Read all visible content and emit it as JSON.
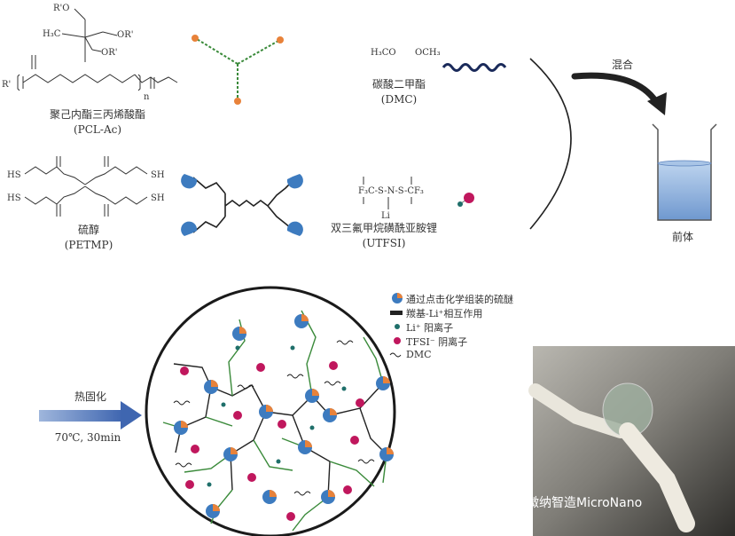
{
  "materials": {
    "pcl": {
      "name": "聚己内酯三丙烯酸酯",
      "abbr": "(PCL-Ac)"
    },
    "petmp": {
      "name": "硫醇",
      "abbr": "(PETMP)"
    },
    "dmc": {
      "name": "碳酸二甲酯",
      "abbr": "(DMC)",
      "formula_left": "H₃CO",
      "formula_right": "OCH₃"
    },
    "utfsi": {
      "name": "双三氟甲烷磺酰亚胺锂",
      "abbr": "(UTFSI)",
      "formula": "F₃C-S-N-S-CF₃",
      "li": "Li"
    }
  },
  "structure_labels": {
    "r_prime": "R'O",
    "or_prime_1": "OR'",
    "or_prime_2": "OR'",
    "h3c": "H₃C",
    "r_left": "R'",
    "sh_1": "SH",
    "sh_2": "SH",
    "hs_1": "HS",
    "hs_2": "HS",
    "n": "n"
  },
  "process": {
    "mix": "混合",
    "precursor": "前体",
    "cure": "热固化",
    "condition": "70℃, 30min"
  },
  "legend": [
    {
      "icon": "thioether-icon",
      "text": "通过点击化学组装的硫醚"
    },
    {
      "icon": "carbonyl-li-icon",
      "text": "羰基-Li⁺相互作用"
    },
    {
      "icon": "li-ion-icon",
      "text": "Li⁺ 阳离子"
    },
    {
      "icon": "tfsi-ion-icon",
      "text": "TFSI⁻ 阴离子"
    },
    {
      "icon": "dmc-icon",
      "text": "DMC"
    }
  ],
  "watermark": "微纳智造MicroNano",
  "colors": {
    "chain_green": "#3a8a3a",
    "node_blue": "#3d7bbf",
    "node_orange": "#e8823a",
    "li_teal": "#1f6f6a",
    "tfsi_magenta": "#c0175d",
    "arrow_blue": "#4a72b8",
    "liquid_blue": "#8fb3dd"
  }
}
